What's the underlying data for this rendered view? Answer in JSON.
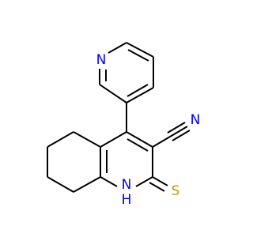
{
  "colors": {
    "bond": "#000000",
    "nitrogen": "#0000ff",
    "sulfur": "#b3a100",
    "background": "#ffffff"
  },
  "atoms": {
    "n_pyridine": {
      "element": "N",
      "color_key": "nitrogen"
    },
    "n_nitrile": {
      "element": "N",
      "color_key": "nitrogen"
    },
    "s_thione": {
      "element": "S",
      "color_key": "sulfur"
    },
    "nh_ring": {
      "element": "N",
      "hydrogen": "H",
      "color_key": "nitrogen"
    }
  }
}
